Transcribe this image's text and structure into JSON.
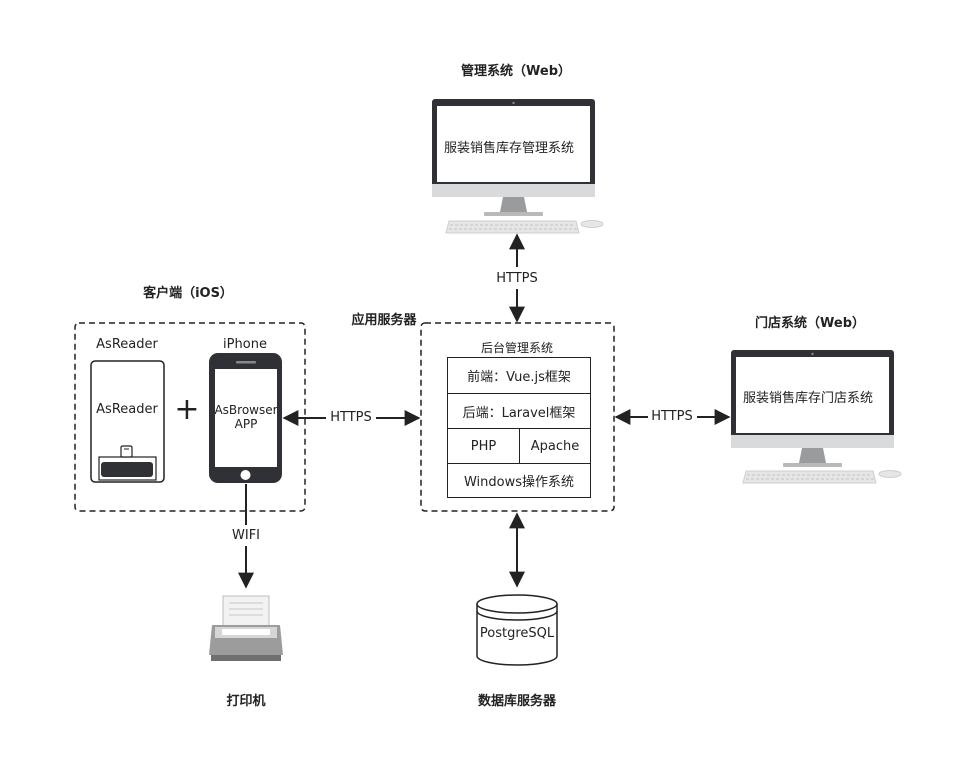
{
  "admin": {
    "title": "管理系统（Web）",
    "screen_text": "服装销售库存管理系统"
  },
  "store": {
    "title": "门店系统（Web）",
    "screen_text": "服装销售库存门店系统"
  },
  "client": {
    "title": "客户端（iOS）",
    "asreader_label": "AsReader",
    "asreader_device_text": "AsReader",
    "plus": "+",
    "iphone_label": "iPhone",
    "iphone_screen_line1": "AsBrowser",
    "iphone_screen_line2": "APP"
  },
  "server": {
    "title": "应用服务器",
    "box_title": "后台管理系统",
    "frontend": "前端：Vue.js框架",
    "backend": "后端：Laravel框架",
    "php": "PHP",
    "apache": "Apache",
    "os": "Windows操作系统"
  },
  "links": {
    "admin_server": "HTTPS",
    "client_server": "HTTPS",
    "server_store": "HTTPS",
    "iphone_printer": "WIFI"
  },
  "database": {
    "name": "PostgreSQL",
    "title": "数据库服务器"
  },
  "printer": {
    "title": "打印机"
  }
}
